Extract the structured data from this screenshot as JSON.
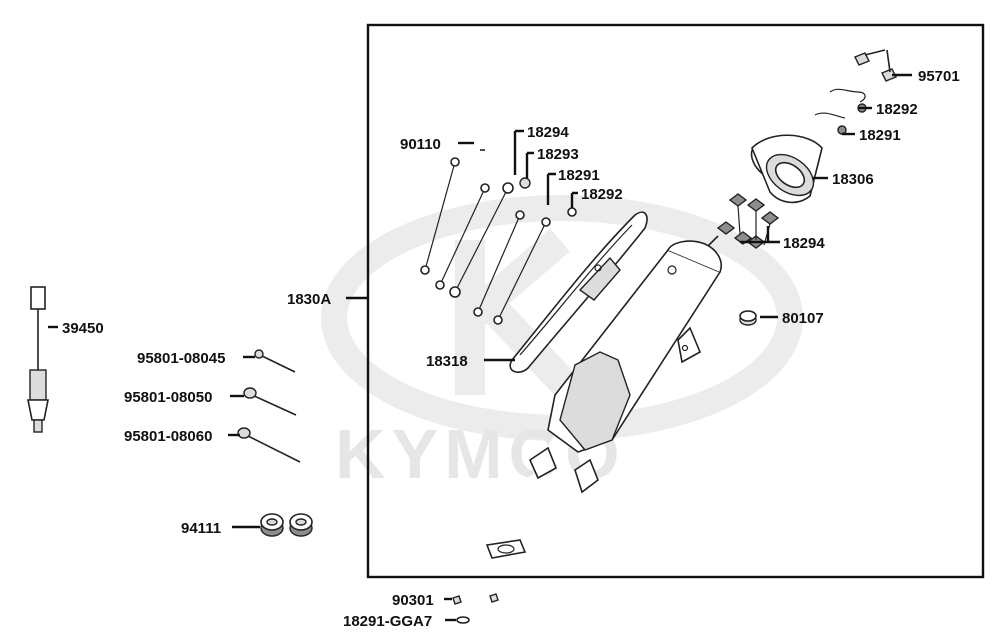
{
  "watermark": {
    "brand": "KYMCO"
  },
  "callouts": {
    "c95701": "95701",
    "c18292a": "18292",
    "c18291a": "18291",
    "c18306": "18306",
    "c18294a": "18294",
    "c80107": "80107",
    "c90110": "90110",
    "c18294b": "18294",
    "c18293": "18293",
    "c18291b": "18291",
    "c18292b": "18292",
    "c1830A": "1830A",
    "c18318": "18318",
    "c39450": "39450",
    "c95801_08045": "95801-08045",
    "c95801_08050": "95801-08050",
    "c95801_08060": "95801-08060",
    "c94111": "94111",
    "c90301": "90301",
    "c18291_GGA7": "18291-GGA7"
  },
  "colors": {
    "line": "#111111",
    "watermark": "#e6e6e6",
    "part_shade": "#dcdcdc"
  }
}
